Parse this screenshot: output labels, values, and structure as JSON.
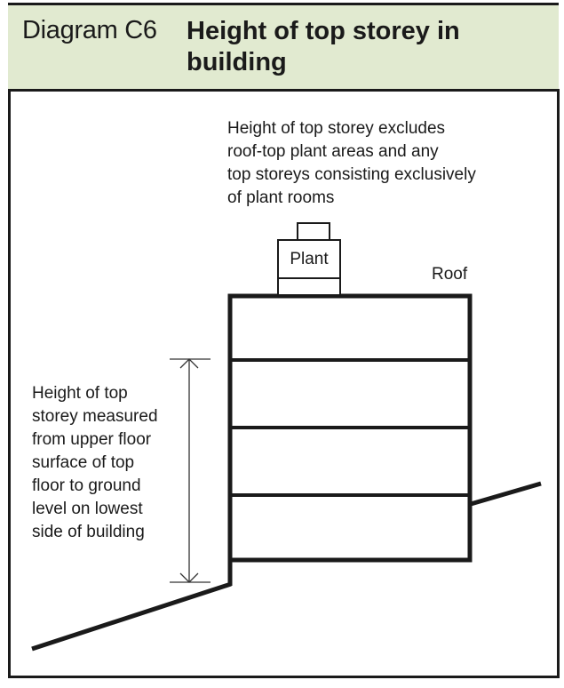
{
  "header": {
    "diagram_label": "Diagram C6",
    "title": "Height of top storey in building"
  },
  "notes": {
    "top_lines": [
      "Height of top storey excludes",
      "roof-top plant areas and any",
      "top storeys consisting exclusively",
      "of plant rooms"
    ],
    "left_lines": [
      "Height of top",
      "storey measured",
      "from upper floor",
      "surface of top",
      "floor to ground",
      "level on lowest",
      "side of building"
    ]
  },
  "labels": {
    "plant": "Plant",
    "roof": "Roof"
  },
  "building": {
    "storeys": 4
  },
  "colors": {
    "header_background": "#e1ead0",
    "line": "#1a1a1a"
  }
}
